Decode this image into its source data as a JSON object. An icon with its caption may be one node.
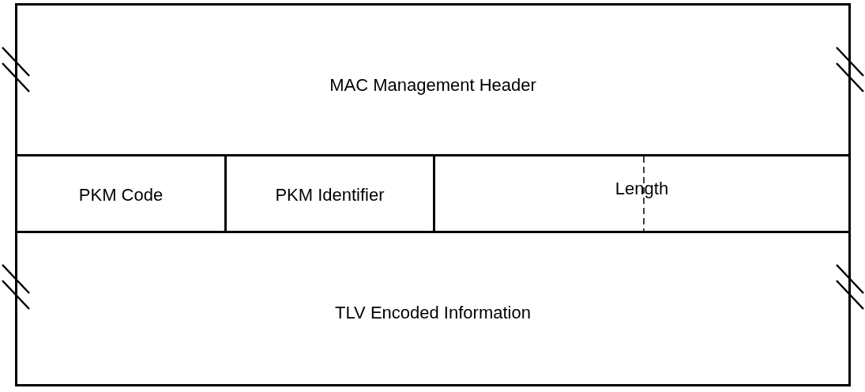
{
  "diagram": {
    "nodes": [
      {
        "text": [
          "MAC Management Header"
        ]
      },
      {
        "text": [
          "PKM Code"
        ]
      },
      {
        "text": [
          "PKM Identifier"
        ]
      },
      {
        "text": [
          "Length"
        ]
      },
      {
        "text": [
          "TLV Encoded Information"
        ]
      }
    ]
  }
}
